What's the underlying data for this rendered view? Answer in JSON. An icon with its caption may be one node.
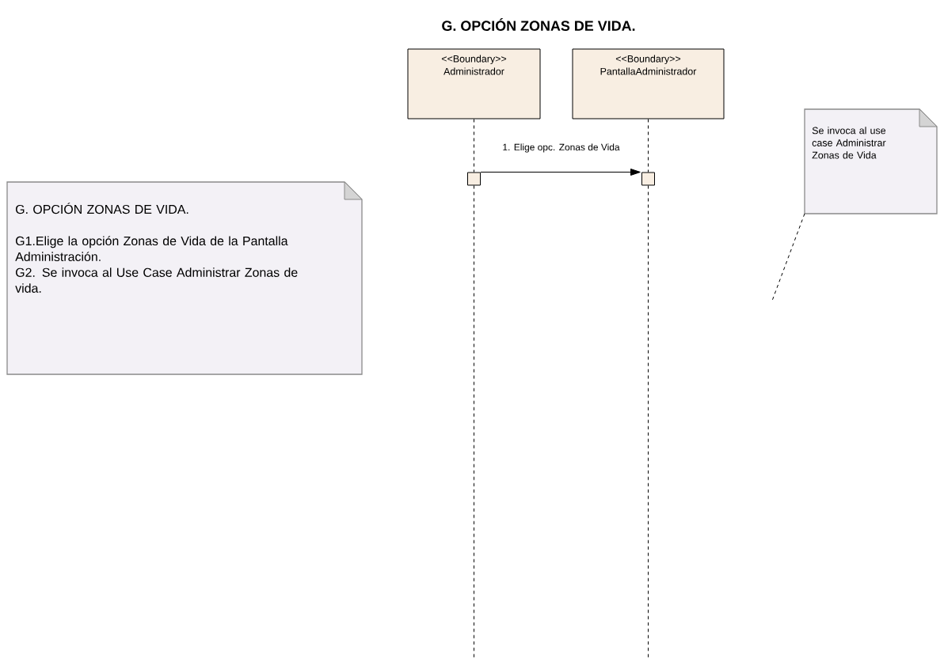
{
  "diagram": {
    "title": "G. OPCIÓN ZONAS DE VIDA.",
    "nodes": [
      {
        "text": [
          "<<Boundary>>",
          "Administrador"
        ]
      },
      {
        "text": [
          "<<Boundary>>",
          "PantallaAdministrador"
        ]
      },
      {
        "text": [],
        "shape": "box"
      },
      {
        "text": [],
        "shape": "box"
      },
      {
        "text": [
          "G. OPCIÓN ZONAS DE VIDA.",
          "G1.Elige la opción Zonas de Vida de la Pantalla Administración.",
          "G2. Se invoca al Use Case Administrar Zonas de vida."
        ]
      },
      {
        "text": [
          "Se invoca al use case Administrar Zonas de Vida"
        ]
      }
    ],
    "edges": [
      {
        "from": 0,
        "to": 2,
        "arrow": "none",
        "style": "dashed"
      },
      {
        "from": 1,
        "to": 3,
        "arrow": "none",
        "style": "dashed"
      },
      {
        "from": 2,
        "to": 3,
        "arrow": "to",
        "label": "1. Elige opc. Zonas de Vida"
      },
      {
        "from": 2,
        "to": null,
        "arrow": "none",
        "style": "dashed"
      },
      {
        "from": 3,
        "to": null,
        "arrow": "none",
        "style": "dashed"
      },
      {
        "from": 5,
        "to": null,
        "arrow": "none",
        "style": "dashed"
      }
    ]
  }
}
